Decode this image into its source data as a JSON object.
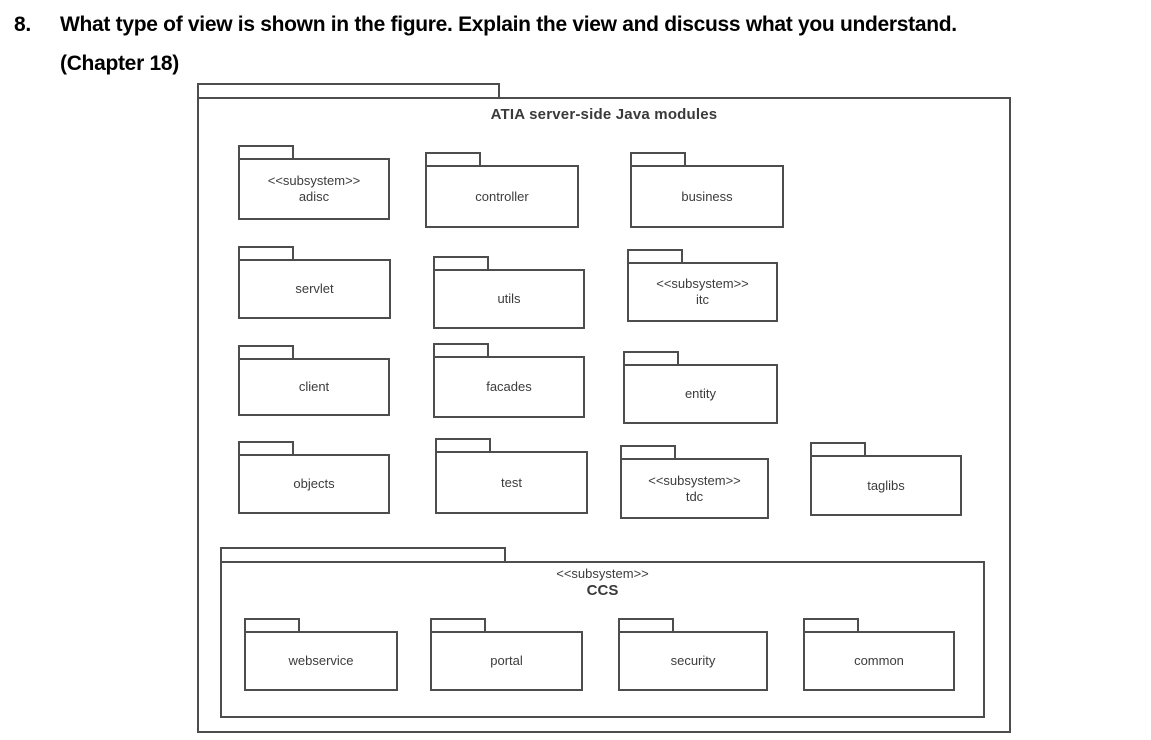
{
  "question": {
    "number": "8.",
    "text": "What type of view is shown in the figure. Explain the view and discuss what you understand.",
    "chapter": "(Chapter 18)"
  },
  "diagram": {
    "title": "ATIA server-side Java modules",
    "packages": [
      {
        "stereotype": "<<subsystem>>",
        "name": "adisc"
      },
      {
        "name": "controller"
      },
      {
        "name": "business"
      },
      {
        "name": "servlet"
      },
      {
        "name": "utils"
      },
      {
        "stereotype": "<<subsystem>>",
        "name": "itc"
      },
      {
        "name": "client"
      },
      {
        "name": "facades"
      },
      {
        "name": "entity"
      },
      {
        "name": "objects"
      },
      {
        "name": "test"
      },
      {
        "stereotype": "<<subsystem>>",
        "name": "tdc"
      },
      {
        "name": "taglibs"
      }
    ],
    "ccs": {
      "stereotype": "<<subsystem>>",
      "name": "CCS",
      "packages": [
        {
          "name": "webservice"
        },
        {
          "name": "portal"
        },
        {
          "name": "security"
        },
        {
          "name": "common"
        }
      ]
    }
  }
}
